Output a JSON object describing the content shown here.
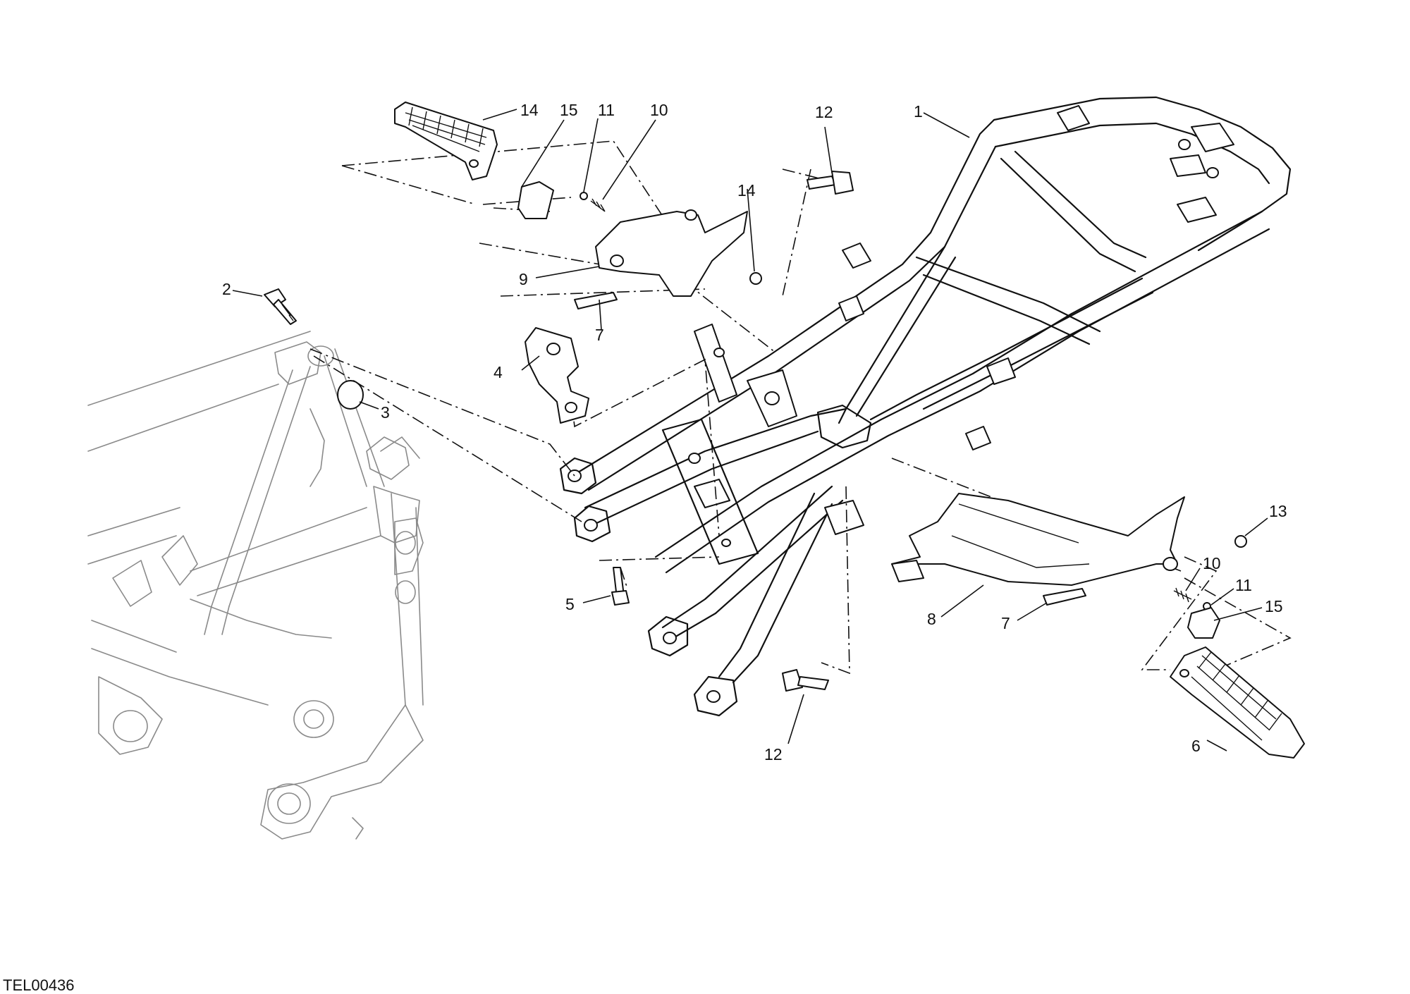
{
  "drawing_code": "TEL00436",
  "callouts": [
    {
      "id": "c1",
      "text": "1"
    },
    {
      "id": "c2",
      "text": "2"
    },
    {
      "id": "c3",
      "text": "3"
    },
    {
      "id": "c4",
      "text": "4"
    },
    {
      "id": "c5",
      "text": "5"
    },
    {
      "id": "c6",
      "text": "6"
    },
    {
      "id": "c7a",
      "text": "7"
    },
    {
      "id": "c7b",
      "text": "7"
    },
    {
      "id": "c8",
      "text": "8"
    },
    {
      "id": "c9",
      "text": "9"
    },
    {
      "id": "c10a",
      "text": "10"
    },
    {
      "id": "c10b",
      "text": "10"
    },
    {
      "id": "c11a",
      "text": "11"
    },
    {
      "id": "c11b",
      "text": "11"
    },
    {
      "id": "c12a",
      "text": "12"
    },
    {
      "id": "c12b",
      "text": "12"
    },
    {
      "id": "c13",
      "text": "13"
    },
    {
      "id": "c14a",
      "text": "14"
    },
    {
      "id": "c14b",
      "text": "14"
    },
    {
      "id": "c15a",
      "text": "15"
    },
    {
      "id": "c15b",
      "text": "15"
    }
  ]
}
